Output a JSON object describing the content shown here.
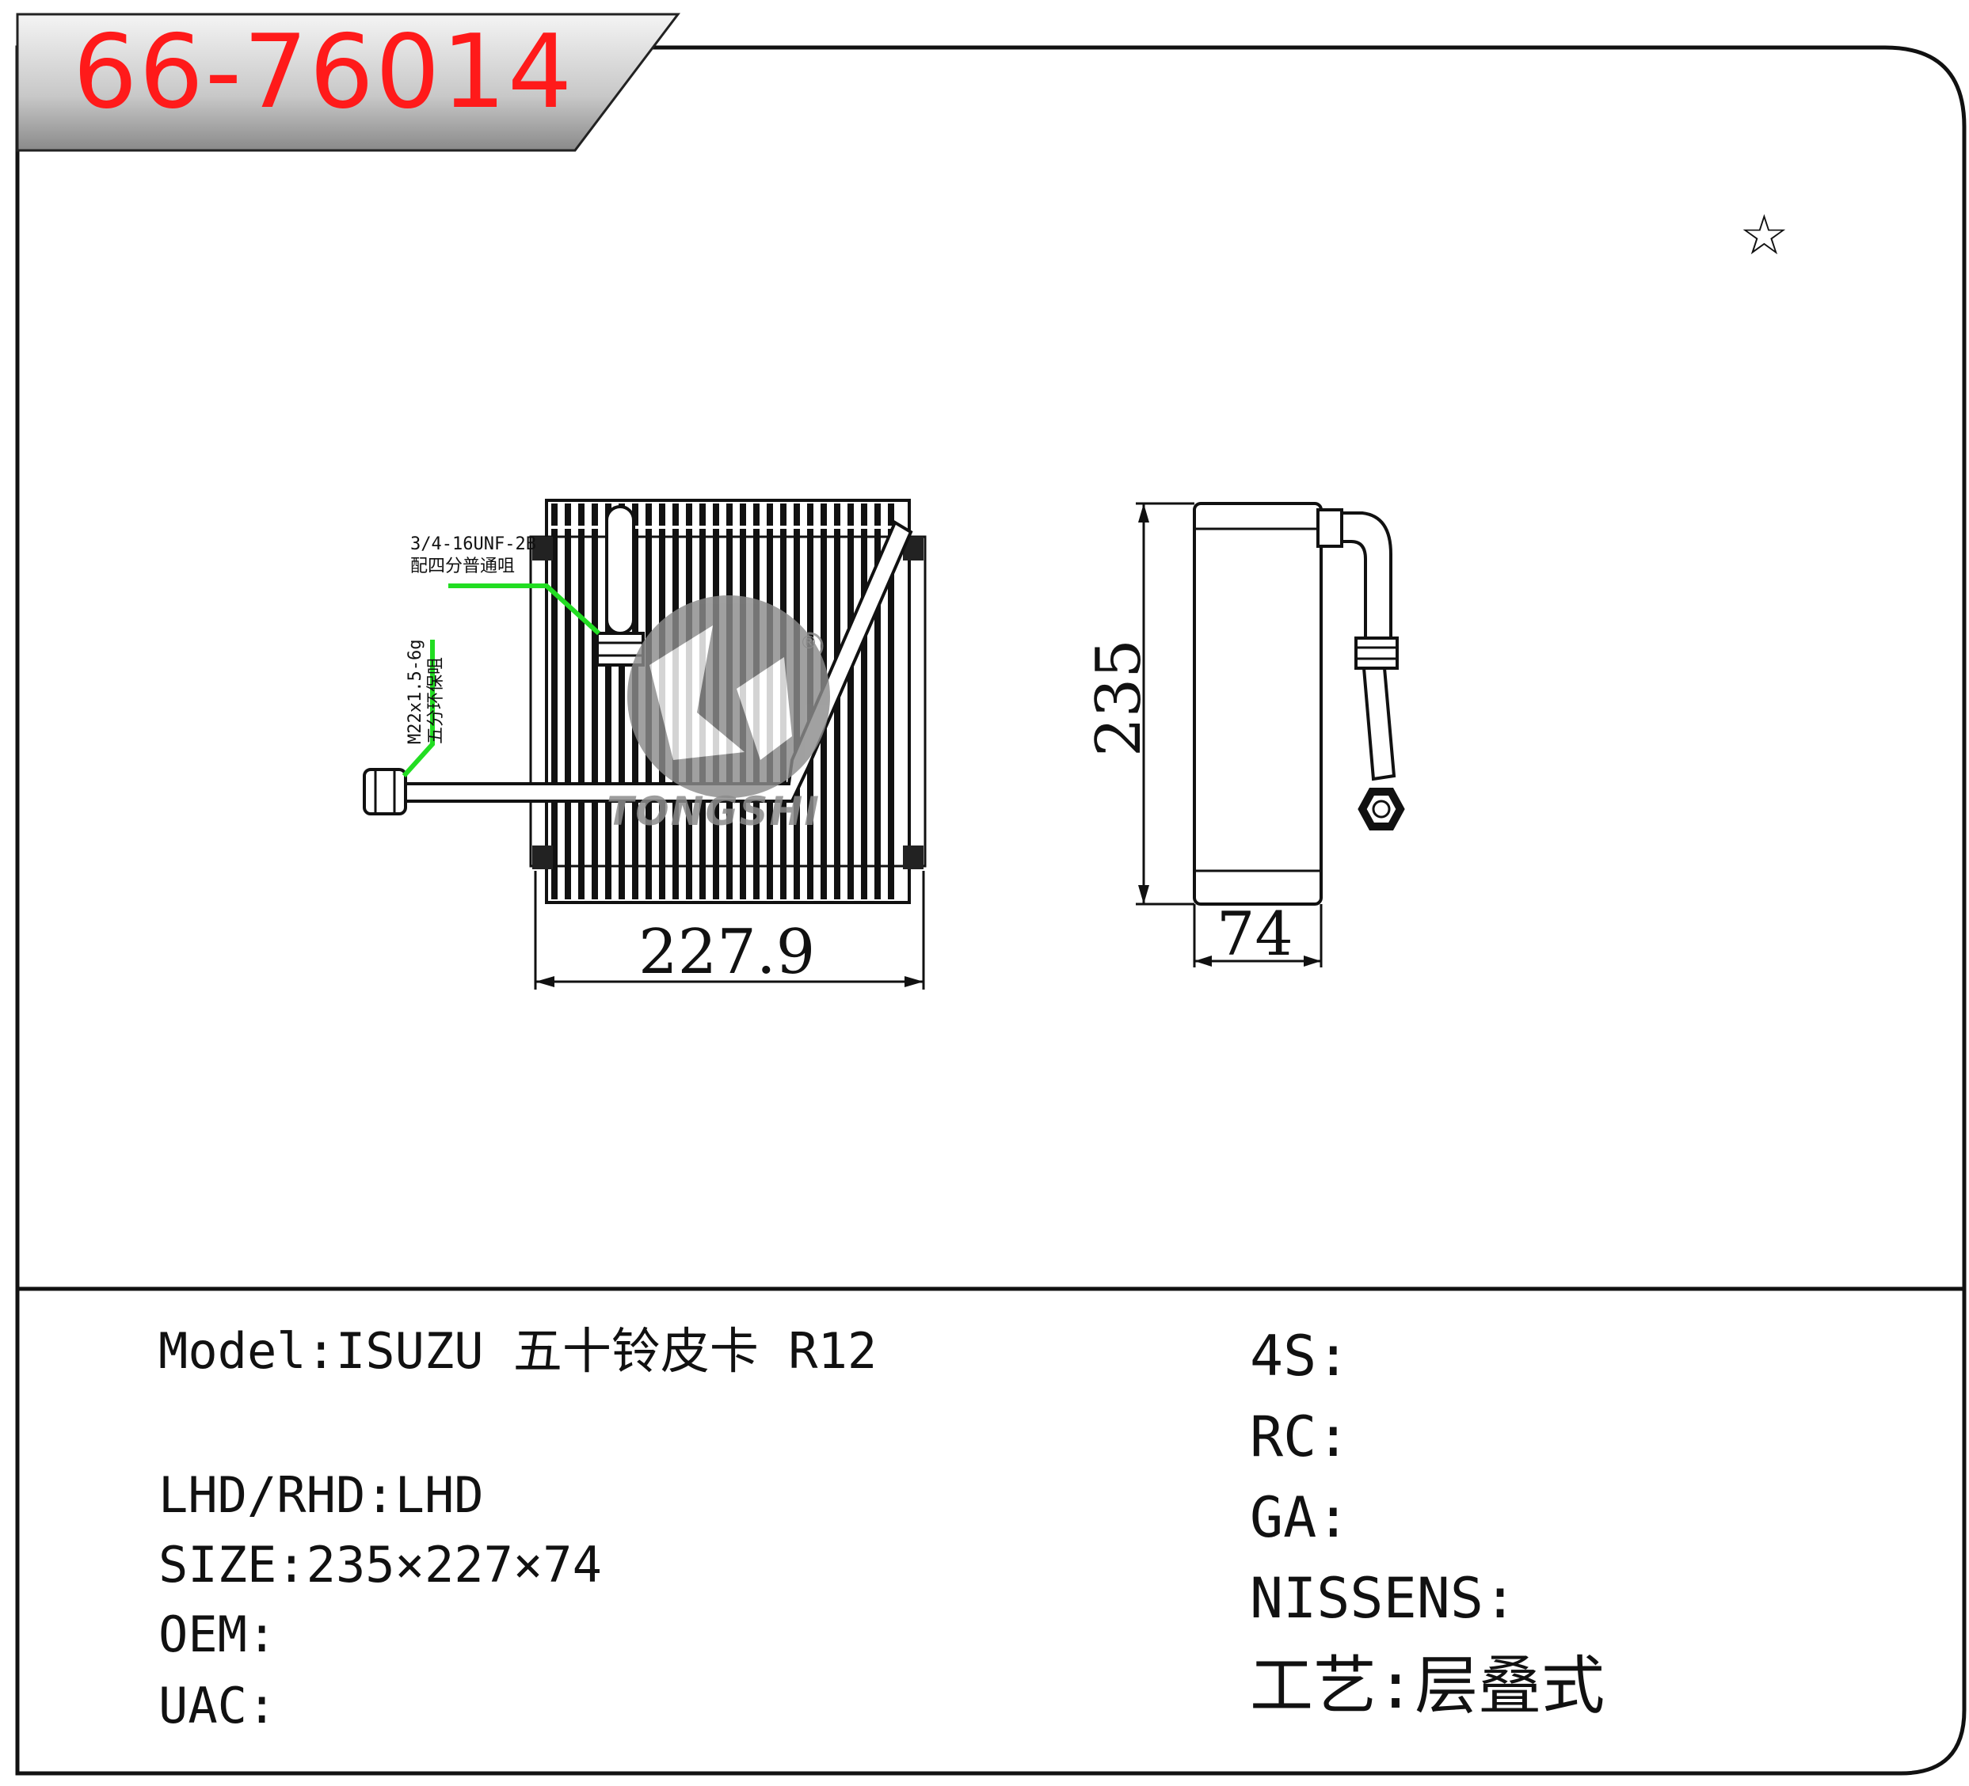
{
  "part_number": "66-76014",
  "star_mark": "☆",
  "drawing": {
    "callout_fitting_top_line1": "3/4-16UNF-2B",
    "callout_fitting_top_line2": "配四分普通咀",
    "callout_fitting_side_line1": "M22x1.5-6g",
    "callout_fitting_side_line2": "五分环保咀",
    "dim_width": "227.9",
    "dim_height": "235",
    "dim_depth": "74",
    "watermark_brand": "TONGSHI",
    "watermark_registered": "®"
  },
  "specs_left": [
    {
      "label": "Model:",
      "value": "ISUZU 五十铃皮卡 R12"
    },
    {
      "label": "LHD/RHD:",
      "value": "LHD"
    },
    {
      "label": "SIZE:",
      "value": "235×227×74"
    },
    {
      "label": "OEM:",
      "value": ""
    },
    {
      "label": "UAC:",
      "value": ""
    }
  ],
  "specs_right": [
    {
      "label": "4S:",
      "value": ""
    },
    {
      "label": "RC:",
      "value": ""
    },
    {
      "label": "GA:",
      "value": ""
    },
    {
      "label": "NISSENS:",
      "value": ""
    },
    {
      "label": "工艺:",
      "value": "层叠式"
    }
  ],
  "colors": {
    "part_number": "#ff1a1a",
    "callout_leader": "#22dd22",
    "watermark": "#8c8c8c"
  }
}
